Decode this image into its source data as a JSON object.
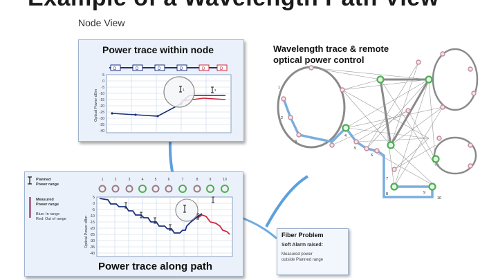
{
  "slide": {
    "title": "Example of a Wavelength Path View",
    "node_view_label": "Node View"
  },
  "node_panel": {
    "title": "Power trace within node",
    "y_axis_label": "Optical Power dBm",
    "y_ticks": [
      "5",
      "0",
      "-5",
      "-10",
      "-15",
      "-20",
      "-25",
      "-30",
      "-35",
      "-40"
    ],
    "header_labels": [
      "D",
      "D",
      "D",
      "D",
      "D",
      "D"
    ],
    "range_markers": [
      "1",
      "2"
    ]
  },
  "path_panel": {
    "title": "Power trace along path",
    "y_axis_label": "Optical Power dBm",
    "x_ticks": [
      "1",
      "2",
      "3",
      "4",
      "5",
      "6",
      "7",
      "8",
      "9",
      "10"
    ],
    "y_ticks": [
      "5",
      "0",
      "-5",
      "-10",
      "-15",
      "-20",
      "-25",
      "-30",
      "-35",
      "-40"
    ],
    "legend": {
      "planned_lines": [
        "Planned",
        "Power range"
      ],
      "measured_lines": [
        "Measured",
        "Power range"
      ],
      "blue_note": "Blue: In range",
      "red_note": "Red: Out of range"
    }
  },
  "wavelength_panel": {
    "title_line1": "Wavelength trace & remote",
    "title_line2": "optical power control",
    "node_numbers": [
      "1",
      "2",
      "3",
      "4",
      "5",
      "6",
      "7",
      "8",
      "9",
      "10"
    ]
  },
  "fiber_problem": {
    "title": "Fiber Problem",
    "alarm": "Soft Alarm raised:",
    "desc_line1": "Measured power",
    "desc_line2": "outside Planned range"
  },
  "colors": {
    "in_range": "#1b2e7a",
    "out_of_range": "#d0263a",
    "link": "#7aaee0",
    "node_green": "#4caf50",
    "node_red": "#d58585",
    "panel_bg": "#eaf1fb"
  }
}
